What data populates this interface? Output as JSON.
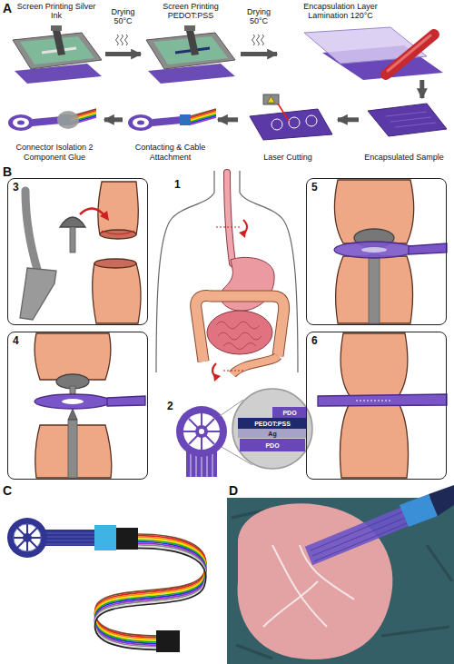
{
  "diagram": {
    "nodes": [
      {
        "text": [
          "Screen Printing Silver Ink"
        ]
      },
      {
        "text": [
          "Screen Printing PEDOT:PSS"
        ]
      },
      {
        "text": [
          "Encapsulation Layer Lamination 120°C"
        ]
      },
      {
        "text": [
          "Encapsulated Sample"
        ]
      },
      {
        "text": [
          "Laser Cutting"
        ]
      },
      {
        "text": [
          "Contacting & Cable Attachment"
        ]
      },
      {
        "text": [
          "Connector Isolation 2 Component Glue"
        ]
      },
      {
        "text": [
          "3"
        ]
      },
      {
        "text": [
          "5"
        ]
      },
      {
        "text": [
          "4"
        ]
      },
      {
        "text": [
          "PDO"
        ]
      },
      {
        "text": [
          "PEDOT:PSS"
        ]
      },
      {
        "text": [
          "Ag"
        ]
      },
      {
        "text": [
          "PDO"
        ]
      },
      {
        "text": [
          "6"
        ]
      }
    ],
    "edges": [
      {
        "from": 0,
        "to": 1,
        "label": "Drying 50°C",
        "arrow": "to"
      },
      {
        "from": 1,
        "to": 2,
        "label": "Drying 50°C",
        "arrow": "to"
      },
      {
        "from": 2,
        "to": 3,
        "arrow": "to"
      },
      {
        "from": 3,
        "to": 4,
        "arrow": "to"
      },
      {
        "from": 4,
        "to": 5,
        "arrow": "to"
      },
      {
        "from": 5,
        "to": 6,
        "arrow": "to"
      }
    ],
    "labels": [
      "A",
      "B",
      "1",
      "2",
      "C",
      "D"
    ]
  }
}
